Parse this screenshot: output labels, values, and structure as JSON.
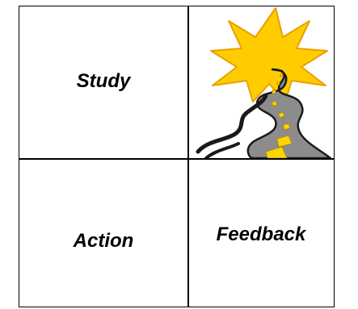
{
  "cells": {
    "top_left": "Study",
    "bottom_left": "Action",
    "bottom_right": "Feedback"
  },
  "clipart": {
    "icon": "winding-road-sunrise-icon",
    "colors": {
      "sun": "#ffcc00",
      "sun_edge": "#e8a000",
      "road": "#8c8c8c",
      "road_edge": "#1a1a1a",
      "stripes": "#ffd400"
    }
  }
}
